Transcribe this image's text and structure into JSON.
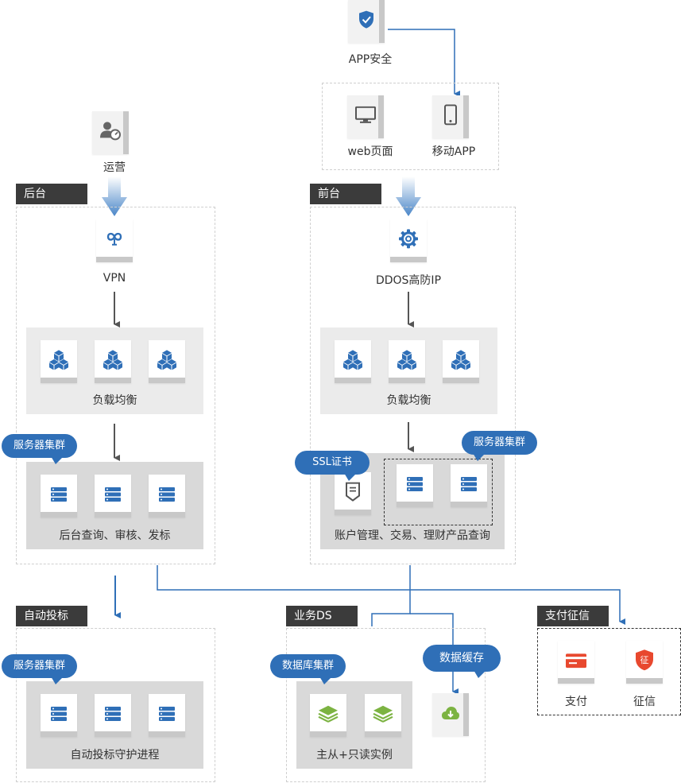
{
  "top": {
    "app_security": "APP安全",
    "web_page": "web页面",
    "mobile_app": "移动APP",
    "ops": "运营"
  },
  "backend": {
    "tag": "后台",
    "vpn": "VPN",
    "lb_label": "负载均衡",
    "cluster_bubble": "服务器集群",
    "servers_label": "后台查询、审核、发标"
  },
  "frontend": {
    "tag": "前台",
    "ddos": "DDOS高防IP",
    "lb_label": "负载均衡",
    "ssl_bubble": "SSL证书",
    "cluster_bubble": "服务器集群",
    "servers_label": "账户管理、交易、理财产品查询"
  },
  "auto_bid": {
    "tag": "自动投标",
    "cluster_bubble": "服务器集群",
    "servers_label": "自动投标守护进程"
  },
  "business_ds": {
    "tag": "业务DS",
    "db_bubble": "数据库集群",
    "cache_bubble": "数据缓存",
    "db_label": "主从+只读实例"
  },
  "credit": {
    "tag": "支付征信",
    "pay": "支付",
    "credit_item": "征信",
    "credit_glyph": "征"
  },
  "colors": {
    "blue": "#2f6fb7",
    "tag_bg": "#3b3b3b",
    "panel": "#ebebeb",
    "red": "#e8482e",
    "green": "#7cb342"
  }
}
